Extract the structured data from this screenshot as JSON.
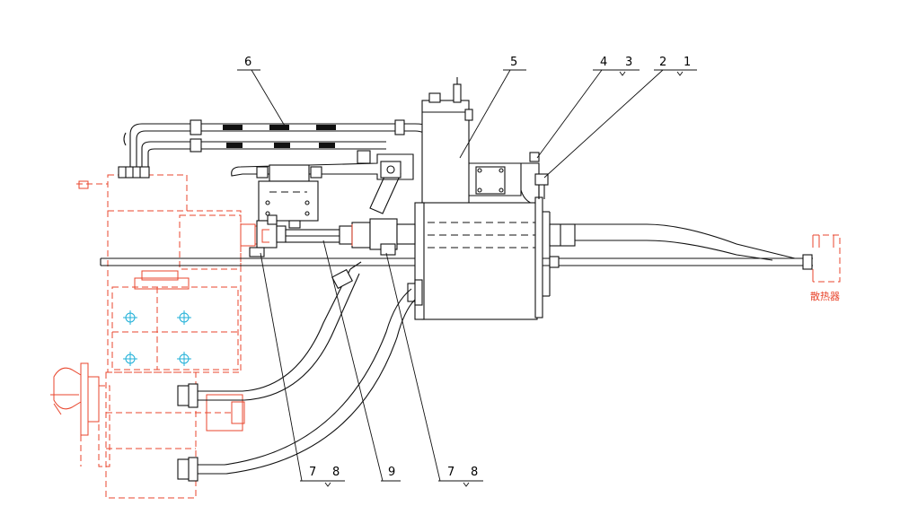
{
  "diagram": {
    "callouts": [
      {
        "id": "c6",
        "text": "6"
      },
      {
        "id": "c5",
        "text": "5"
      },
      {
        "id": "c4",
        "text": "4"
      },
      {
        "id": "c3",
        "text": "3"
      },
      {
        "id": "c2",
        "text": "2"
      },
      {
        "id": "c1",
        "text": "1"
      },
      {
        "id": "c7a",
        "text": "7"
      },
      {
        "id": "c8a",
        "text": "8"
      },
      {
        "id": "c9",
        "text": "9"
      },
      {
        "id": "c7b",
        "text": "7"
      },
      {
        "id": "c8b",
        "text": "8"
      }
    ],
    "radiator_label": "散热器",
    "colors": {
      "line": "#111111",
      "reference_red": "#e8452c",
      "centerline_cyan": "#20b0d8",
      "background": "#ffffff"
    }
  }
}
